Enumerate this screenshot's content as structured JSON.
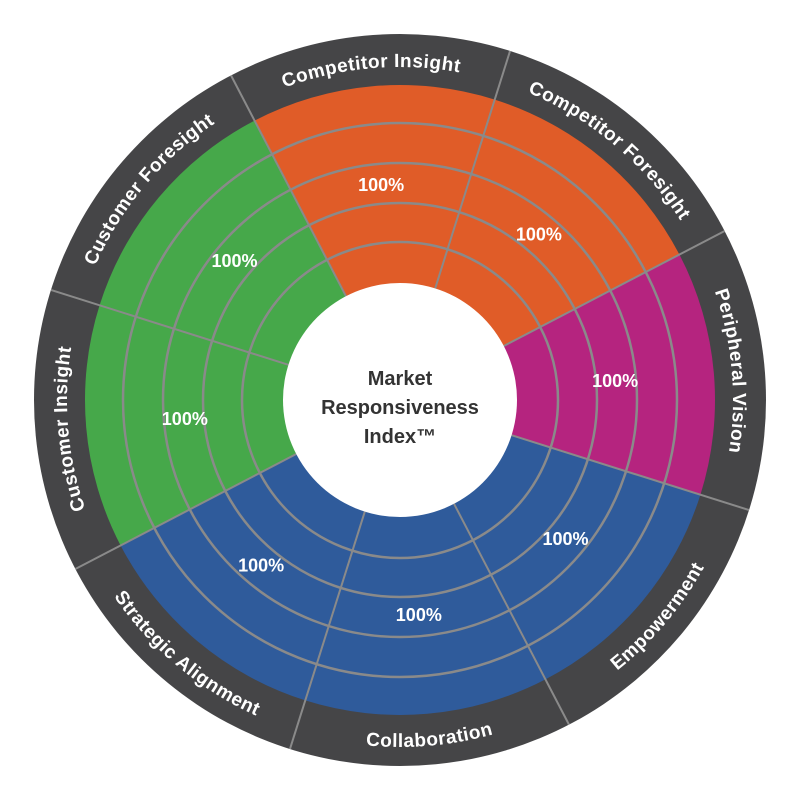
{
  "center": {
    "line1": "Market",
    "line2": "Responsiveness",
    "line3": "Index™"
  },
  "colors": {
    "ring": "#454547",
    "divider": "#8a8a8a",
    "orange": "#E05C28",
    "magenta": "#B5247F",
    "blue": "#2F5B9B",
    "green": "#46A84A",
    "center": "#ffffff"
  },
  "segments": [
    {
      "label": "Competitor Insight",
      "value": "100%",
      "color": "orange",
      "reverse": false
    },
    {
      "label": "Competitor Foresight",
      "value": "100%",
      "color": "orange",
      "reverse": false
    },
    {
      "label": "Peripheral Vision",
      "value": "100%",
      "color": "magenta",
      "reverse": false
    },
    {
      "label": "Empowerment",
      "value": "100%",
      "color": "blue",
      "reverse": true
    },
    {
      "label": "Collaboration",
      "value": "100%",
      "color": "blue",
      "reverse": true
    },
    {
      "label": "Strategic Alignment",
      "value": "100%",
      "color": "blue",
      "reverse": true
    },
    {
      "label": "Customer Insight",
      "value": "100%",
      "color": "green",
      "reverse": false
    },
    {
      "label": "Customer Foresight",
      "value": "100%",
      "color": "green",
      "reverse": false
    }
  ]
}
